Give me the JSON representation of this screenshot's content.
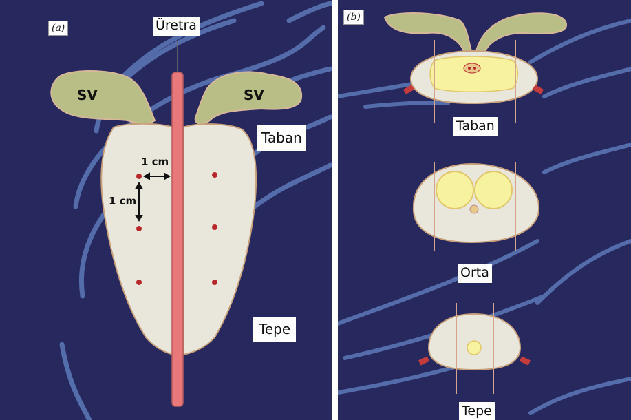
{
  "colors": {
    "background": "#26285e",
    "gland": "#e9e7dc",
    "vesicle": "#b9be86",
    "urethra": "#e9787a",
    "dot": "#b7282a",
    "yellow": "#f6f2a0"
  },
  "panel_a": {
    "tag": "(a)",
    "urethra_label": "Üretra",
    "sv_left": "SV",
    "sv_right": "SV",
    "base_label": "Taban",
    "apex_label": "Tepe",
    "dim_horizontal": "1 cm",
    "dim_vertical": "1 cm"
  },
  "panel_b": {
    "tag": "(b)",
    "base_label": "Taban",
    "mid_label": "Orta",
    "apex_label": "Tepe"
  }
}
